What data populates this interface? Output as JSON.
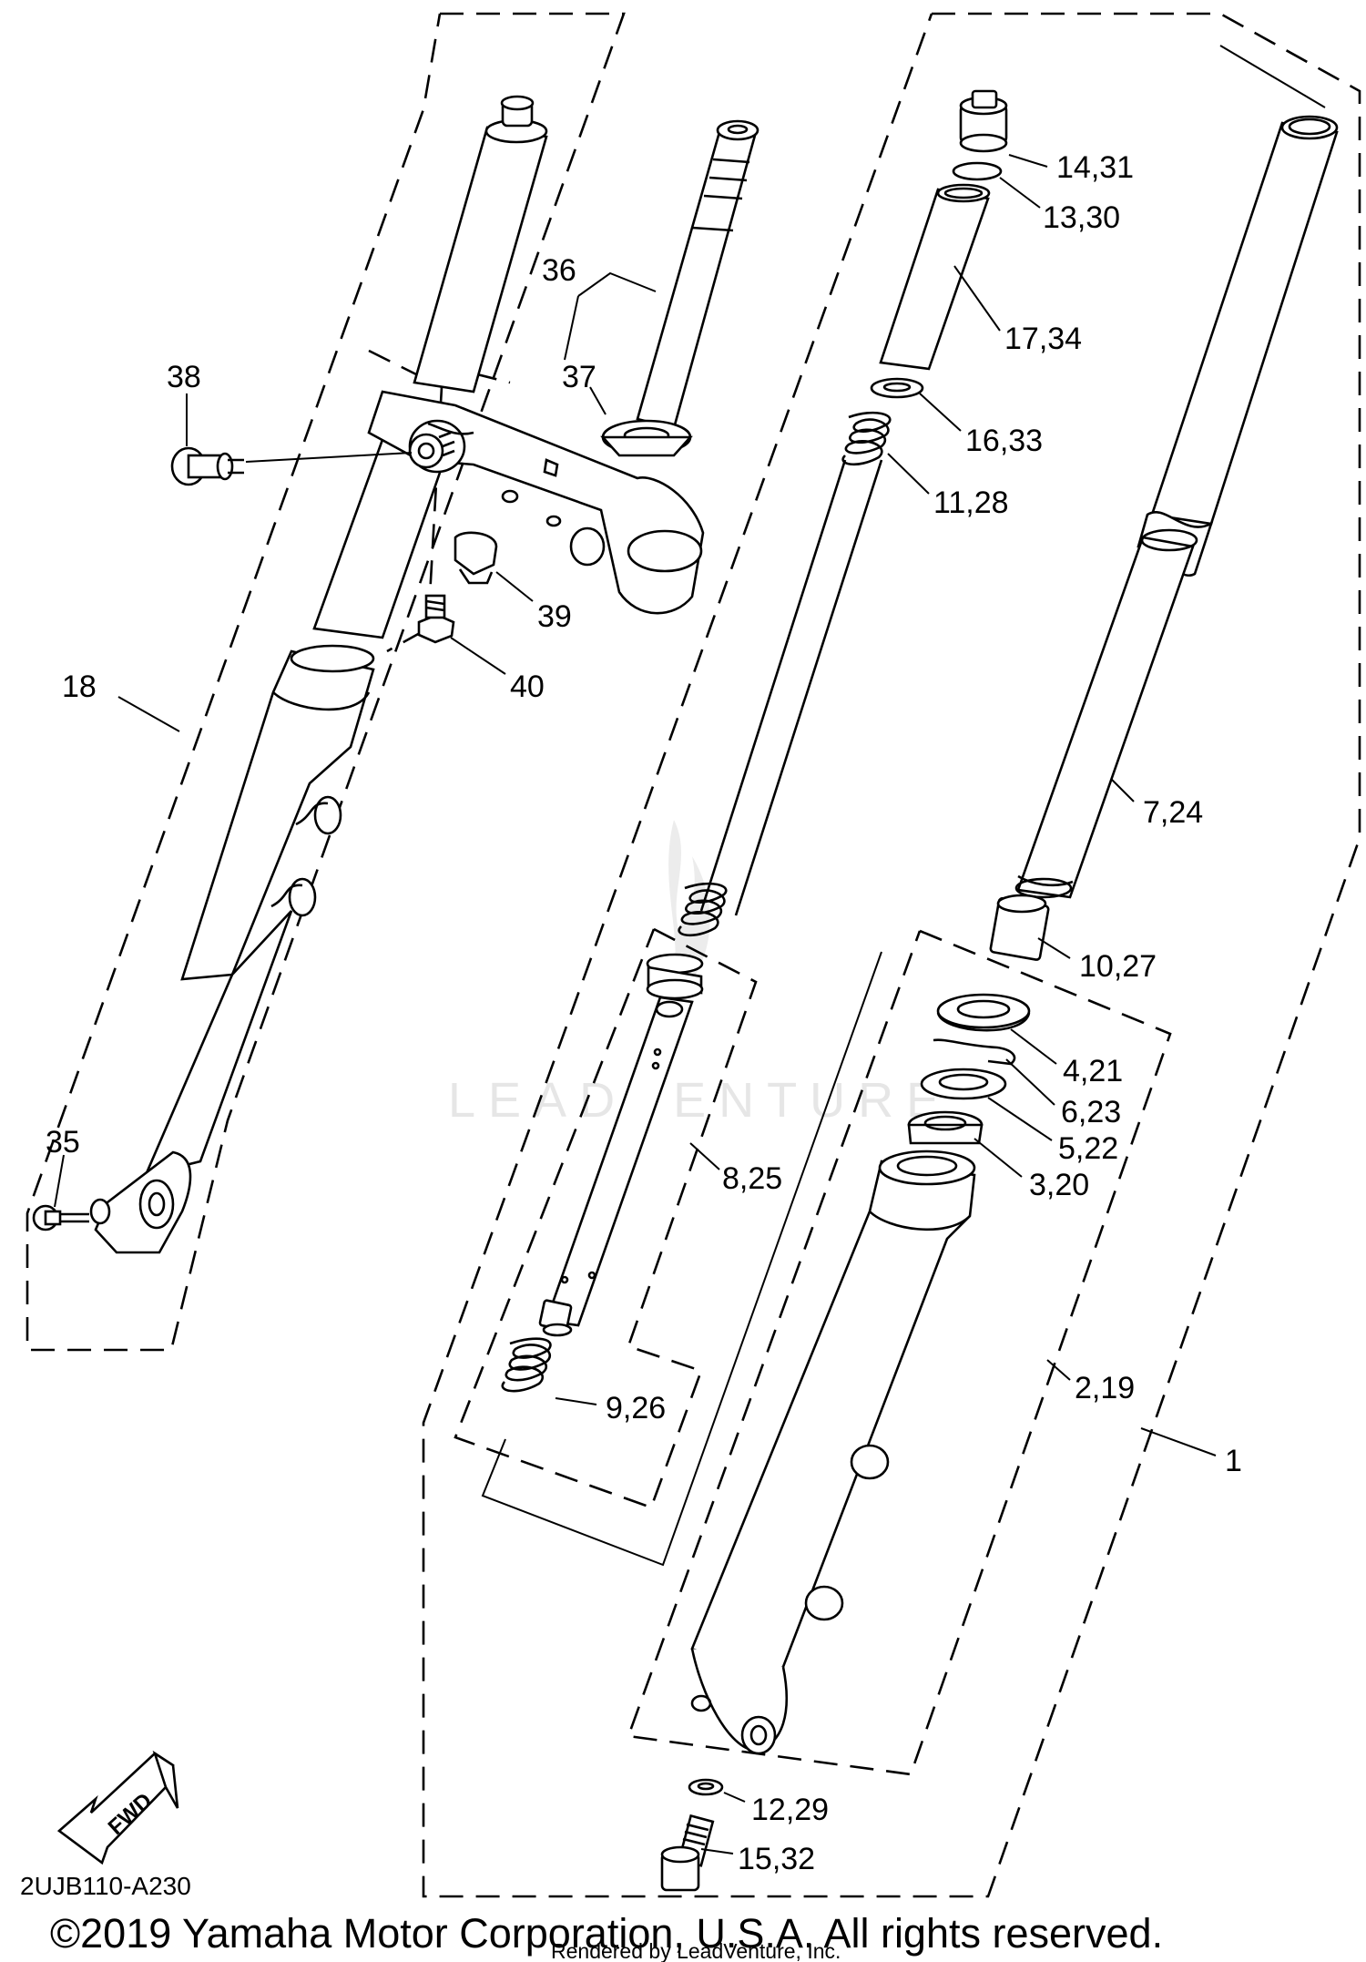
{
  "diagram": {
    "drawing_code": "2UJB110-A230",
    "copyright": "©2019 Yamaha Motor Corporation, U.S.A. All rights reserved.",
    "rendered_by": "Rendered by LeadVenture, Inc.",
    "watermark": "LEADVENTURE",
    "fwd_label": "FWD",
    "callouts": {
      "c1": "1",
      "c2_19": "2,19",
      "c3_20": "3,20",
      "c4_21": "4,21",
      "c5_22": "5,22",
      "c6_23": "6,23",
      "c7_24": "7,24",
      "c8_25": "8,25",
      "c9_26": "9,26",
      "c10_27": "10,27",
      "c11_28": "11,28",
      "c12_29": "12,29",
      "c13_30": "13,30",
      "c14_31": "14,31",
      "c15_32": "15,32",
      "c16_33": "16,33",
      "c17_34": "17,34",
      "c18": "18",
      "c35": "35",
      "c36": "36",
      "c37": "37",
      "c38": "38",
      "c39": "39",
      "c40": "40"
    }
  }
}
